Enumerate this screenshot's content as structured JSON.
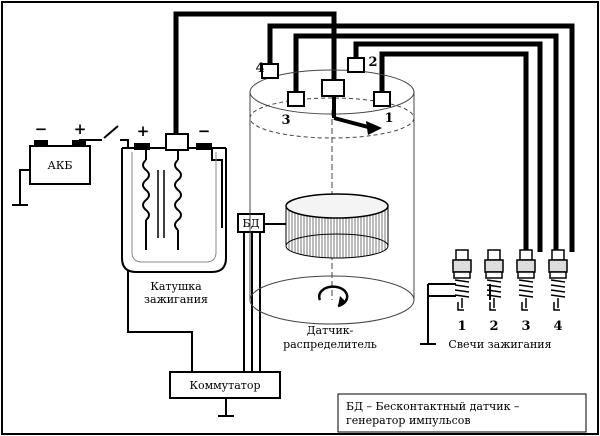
{
  "battery": {
    "label": "АКБ",
    "minus": "−",
    "plus": "+"
  },
  "coil": {
    "label_line1": "Катушка",
    "label_line2": "зажигания",
    "plus": "+",
    "minus": "−"
  },
  "sensor_box": {
    "label": "БД"
  },
  "commutator": {
    "label": "Коммутатор"
  },
  "distributor": {
    "label_line1": "Датчик-",
    "label_line2": "распределитель",
    "terminals": [
      "4",
      "2",
      "3",
      "1"
    ]
  },
  "spark_plugs": {
    "label": "Свечи зажигания",
    "numbers": [
      "1",
      "2",
      "3",
      "4"
    ]
  },
  "legend": {
    "line1": "БД – Бесконтактный датчик –",
    "line2": "генератор импульсов"
  }
}
